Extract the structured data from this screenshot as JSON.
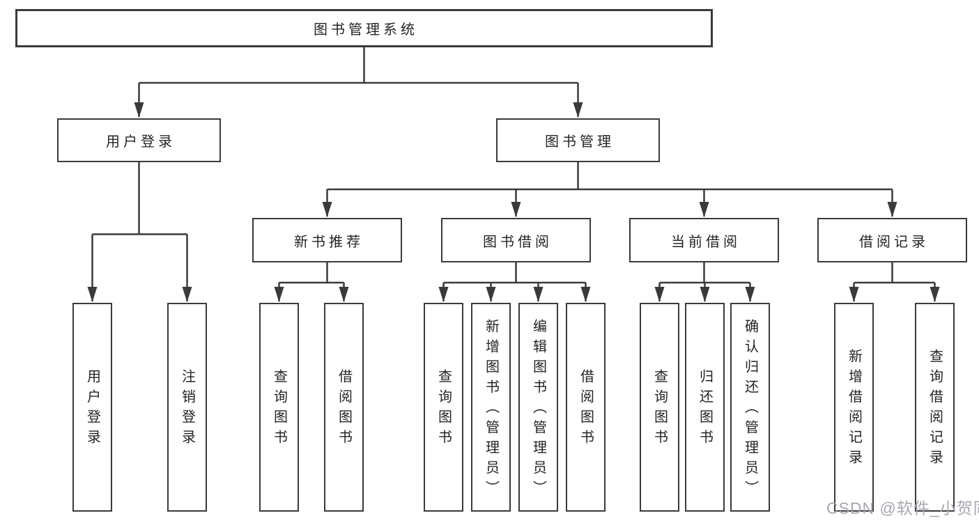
{
  "diagram_title": "图书管理系统",
  "colors": {
    "line": "#3a3a3a",
    "box_border": "#3a3a3a",
    "box_fill": "#ffffff",
    "text": "#242424",
    "watermark": "#a7a7b2",
    "background": "#ffffff"
  },
  "tree": {
    "label": "图书管理系统",
    "children": [
      {
        "label": "用户登录",
        "children": [
          {
            "label": "用户登录"
          },
          {
            "label": "注销登录"
          }
        ]
      },
      {
        "label": "图书管理",
        "children": [
          {
            "label": "新书推荐",
            "children": [
              {
                "label": "查询图书"
              },
              {
                "label": "借阅图书"
              }
            ]
          },
          {
            "label": "图书借阅",
            "children": [
              {
                "label": "查询图书"
              },
              {
                "label": "新增图书（管理员）"
              },
              {
                "label": "编辑图书（管理员）"
              },
              {
                "label": "借阅图书"
              }
            ]
          },
          {
            "label": "当前借阅",
            "children": [
              {
                "label": "查询图书"
              },
              {
                "label": "归还图书"
              },
              {
                "label": "确认归还（管理员）"
              }
            ]
          },
          {
            "label": "借阅记录",
            "children": [
              {
                "label": "新增借阅记录"
              },
              {
                "label": "查询借阅记录"
              }
            ]
          }
        ]
      }
    ]
  },
  "watermark": {
    "text": "CSDN @软件_小贺同学"
  }
}
